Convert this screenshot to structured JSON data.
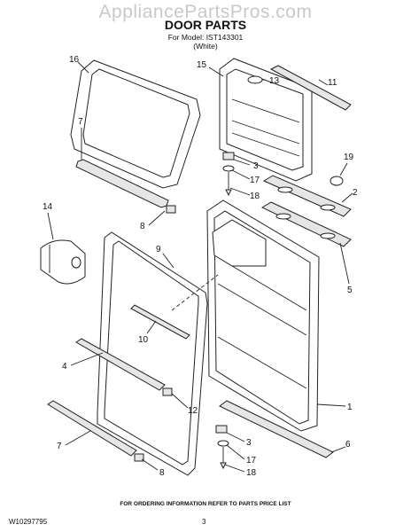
{
  "header": {
    "watermark": "AppliancePartsPros.com",
    "title": "DOOR PARTS",
    "model_line": "For Model: IST143301",
    "color_line": "(White)"
  },
  "callouts": [
    {
      "id": "c16a",
      "label": "16"
    },
    {
      "id": "c7a",
      "label": "7"
    },
    {
      "id": "c8a",
      "label": "8"
    },
    {
      "id": "c14",
      "label": "14"
    },
    {
      "id": "c9",
      "label": "9"
    },
    {
      "id": "c10",
      "label": "10"
    },
    {
      "id": "c4",
      "label": "4"
    },
    {
      "id": "c12",
      "label": "12"
    },
    {
      "id": "c7b",
      "label": "7"
    },
    {
      "id": "c8b",
      "label": "8"
    },
    {
      "id": "c15",
      "label": "15"
    },
    {
      "id": "c13",
      "label": "13"
    },
    {
      "id": "c11",
      "label": "11"
    },
    {
      "id": "c3a",
      "label": "3"
    },
    {
      "id": "c17a",
      "label": "17"
    },
    {
      "id": "c18a",
      "label": "18"
    },
    {
      "id": "c19",
      "label": "19"
    },
    {
      "id": "c2",
      "label": "2"
    },
    {
      "id": "c5",
      "label": "5"
    },
    {
      "id": "c1",
      "label": "1"
    },
    {
      "id": "c3b",
      "label": "3"
    },
    {
      "id": "c6",
      "label": "6"
    },
    {
      "id": "c17b",
      "label": "17"
    },
    {
      "id": "c18b",
      "label": "18"
    }
  ],
  "footer": {
    "note": "FOR ORDERING INFORMATION REFER TO PARTS PRICE LIST",
    "code": "W10297795",
    "page": "3"
  }
}
